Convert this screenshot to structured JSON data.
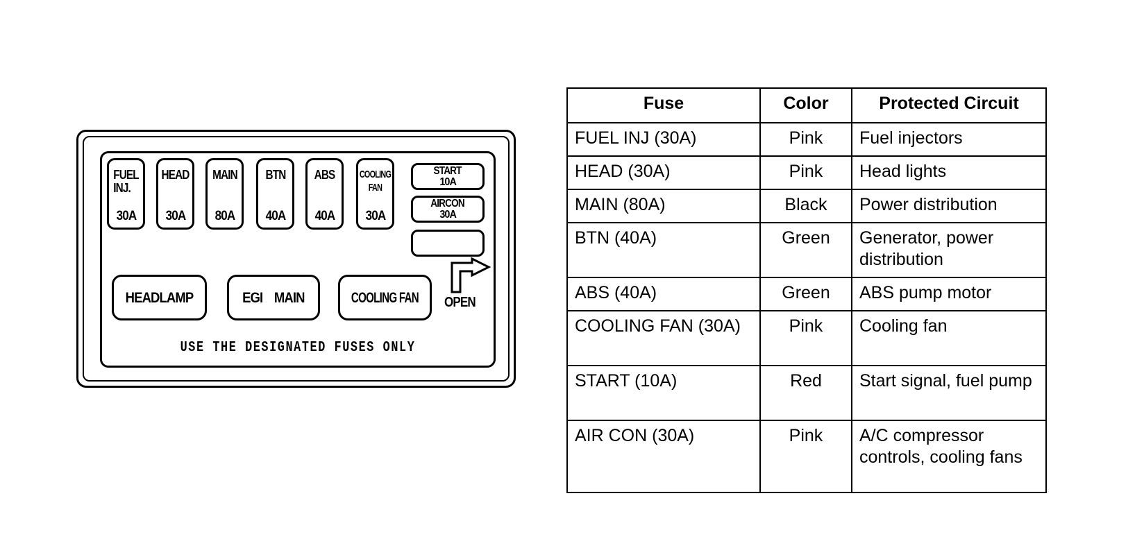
{
  "diagram": {
    "top_fuses": [
      {
        "name": "FUEL\nINJ.",
        "rating": "30A"
      },
      {
        "name": "HEAD",
        "rating": "30A"
      },
      {
        "name": "MAIN",
        "rating": "80A"
      },
      {
        "name": "BTN",
        "rating": "40A"
      },
      {
        "name": "ABS",
        "rating": "40A"
      },
      {
        "name": "COOLING\nFAN",
        "rating": "30A"
      }
    ],
    "small_fuses": [
      {
        "name": "START",
        "rating": "10A"
      },
      {
        "name": "AIRCON",
        "rating": "30A"
      }
    ],
    "main_fuses": [
      "HEADLAMP",
      "EGI MAIN",
      "COOLING FAN"
    ],
    "open_label": "OPEN",
    "notice": "USE THE DESIGNATED FUSES ONLY"
  },
  "table": {
    "headers": [
      "Fuse",
      "Color",
      "Protected Circuit"
    ],
    "rows": [
      {
        "fuse": "FUEL INJ (30A)",
        "color": "Pink",
        "circuit": "Fuel injectors"
      },
      {
        "fuse": "HEAD (30A)",
        "color": "Pink",
        "circuit": "Head lights"
      },
      {
        "fuse": "MAIN (80A)",
        "color": "Black",
        "circuit": "Power distribution"
      },
      {
        "fuse": "BTN (40A)",
        "color": "Green",
        "circuit": "Generator, power distribution"
      },
      {
        "fuse": "ABS (40A)",
        "color": "Green",
        "circuit": "ABS pump motor"
      },
      {
        "fuse": "COOLING FAN (30A)",
        "color": "Pink",
        "circuit": "Cooling fan"
      },
      {
        "fuse": "START (10A)",
        "color": "Red",
        "circuit": "Start signal, fuel pump"
      },
      {
        "fuse": "AIR CON (30A)",
        "color": "Pink",
        "circuit": "A/C compressor controls, cooling fans"
      }
    ]
  }
}
